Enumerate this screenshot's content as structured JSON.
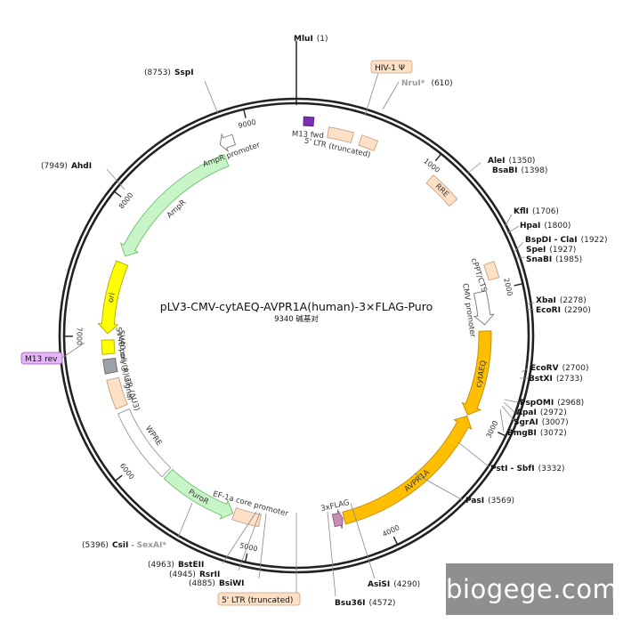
{
  "title": "pLV3-CMV-cytAEQ-AVPR1A(human)-3×FLAG-Puro",
  "size_label": "9340 碱基对",
  "watermark": "biogege.com",
  "total_bp": 9340,
  "ticks": [
    {
      "label": "1000",
      "bp": 1000
    },
    {
      "label": "2000",
      "bp": 2000
    },
    {
      "label": "3000",
      "bp": 3000
    },
    {
      "label": "4000",
      "bp": 4000
    },
    {
      "label": "5000",
      "bp": 5000
    },
    {
      "label": "6000",
      "bp": 6000
    },
    {
      "label": "7000",
      "bp": 7000
    },
    {
      "label": "8000",
      "bp": 8000
    },
    {
      "label": "9000",
      "bp": 9000
    }
  ],
  "features": [
    {
      "name": "AmpR",
      "start": 7650,
      "end": 8775,
      "dir": -1,
      "color": "#c8f5c8",
      "stroke": "#6bbf6b",
      "label": "AmpR"
    },
    {
      "name": "AmpR promoter",
      "start": 8775,
      "end": 8880,
      "dir": -1,
      "color": "#ffffff",
      "stroke": "#777777",
      "label": "AmpR promoter"
    },
    {
      "name": "ori",
      "start": 7020,
      "end": 7590,
      "dir": -1,
      "color": "#ffff00",
      "stroke": "#b7a800",
      "label": "ori"
    },
    {
      "name": "SV40 ori",
      "start": 6860,
      "end": 6970,
      "dir": 0,
      "color": "#ffff00",
      "stroke": "#b7a800",
      "label": "SV40 ori"
    },
    {
      "name": "SV40 poly(A) signal",
      "start": 6710,
      "end": 6820,
      "dir": 0,
      "color": "#9aa1a8",
      "stroke": "#666666",
      "label": "SV40 poly(A) signal"
    },
    {
      "name": "3' LTR (ΔU3)",
      "start": 6430,
      "end": 6660,
      "dir": 0,
      "color": "#fde0c5",
      "stroke": "#c9a080",
      "label": "3' LTR (ΔU3)"
    },
    {
      "name": "WPRE",
      "start": 5800,
      "end": 6390,
      "dir": 0,
      "color": "#ffffff",
      "stroke": "#999999",
      "label": "WPRE"
    },
    {
      "name": "PuroR",
      "start": 5180,
      "end": 5780,
      "dir": -1,
      "color": "#c8f5c8",
      "stroke": "#6bbf6b",
      "label": "PuroR"
    },
    {
      "name": "EF-1a core promoter",
      "start": 4960,
      "end": 5170,
      "dir": 0,
      "color": "#fde0c5",
      "stroke": "#c9a080",
      "label": "EF-1a core promoter"
    },
    {
      "name": "3xFLAG",
      "start": 4300,
      "end": 4375,
      "dir": -1,
      "color": "#c58fb6",
      "stroke": "#8d5582",
      "label": "3xFLAG"
    },
    {
      "name": "AVPR1A",
      "start": 2990,
      "end": 4290,
      "dir": -1,
      "color": "#ffbf00",
      "stroke": "#c48a00",
      "label": "AVPR1A"
    },
    {
      "name": "cytAEQ",
      "start": 2300,
      "end": 2980,
      "dir": 1,
      "color": "#ffbf00",
      "stroke": "#c48a00",
      "label": "cytAEQ"
    },
    {
      "name": "CMV promoter",
      "start": 1990,
      "end": 2250,
      "dir": 1,
      "color": "#ffffff",
      "stroke": "#777777",
      "label": "CMV promoter"
    },
    {
      "name": "cPPT/CTS",
      "start": 1800,
      "end": 1920,
      "dir": 0,
      "color": "#fde0c5",
      "stroke": "#c9a080",
      "label": "cPPT/CTS"
    },
    {
      "name": "RRE",
      "start": 1050,
      "end": 1290,
      "dir": 0,
      "color": "#fde0c5",
      "stroke": "#c9a080",
      "label": "RRE"
    },
    {
      "name": "5' LTR (truncated)",
      "start": 230,
      "end": 410,
      "dir": 0,
      "color": "#fde0c5",
      "stroke": "#c9a080",
      "label": "5' LTR (truncated)"
    },
    {
      "name": "HIV-1 Ψ",
      "start": 470,
      "end": 590,
      "dir": 0,
      "color": "#fde0c5",
      "stroke": "#c9a080",
      "label": "HIV-1 Ψ"
    },
    {
      "name": "M13 fwd",
      "start": 50,
      "end": 120,
      "dir": 0,
      "color": "#7a2fb5",
      "stroke": "#55207f",
      "label": "M13 fwd"
    }
  ],
  "sites": [
    {
      "name": "MluI",
      "pos": "(1)",
      "side": "top"
    },
    {
      "name": "NruI*",
      "pos": "(610)",
      "gray": true,
      "side": "right"
    },
    {
      "name": "AleI",
      "pos": "(1350)",
      "side": "right"
    },
    {
      "name": "BsaBI",
      "pos": "(1398)",
      "side": "right"
    },
    {
      "name": "KflI",
      "pos": "(1706)",
      "side": "right"
    },
    {
      "name": "HpaI",
      "pos": "(1800)",
      "side": "right"
    },
    {
      "name": "BspDI - ClaI",
      "pos": "(1922)",
      "side": "right"
    },
    {
      "name": "SpeI",
      "pos": "(1927)",
      "side": "right"
    },
    {
      "name": "SnaBI",
      "pos": "(1985)",
      "side": "right"
    },
    {
      "name": "XbaI",
      "pos": "(2278)",
      "side": "right"
    },
    {
      "name": "EcoRI",
      "pos": "(2290)",
      "side": "right"
    },
    {
      "name": "EcoRV",
      "pos": "(2700)",
      "side": "right"
    },
    {
      "name": "BstXI",
      "pos": "(2733)",
      "side": "right"
    },
    {
      "name": "PspOMI",
      "pos": "(2968)",
      "side": "right"
    },
    {
      "name": "ApaI",
      "pos": "(2972)",
      "side": "right"
    },
    {
      "name": "SgrAI",
      "pos": "(3007)",
      "side": "right"
    },
    {
      "name": "BmgBI",
      "pos": "(3072)",
      "side": "right"
    },
    {
      "name": "PstI - SbfI",
      "pos": "(3332)",
      "side": "right"
    },
    {
      "name": "PasI",
      "pos": "(3569)",
      "side": "right"
    },
    {
      "name": "AsiSI",
      "pos": "(4290)",
      "side": "right"
    },
    {
      "name": "Bsu36I",
      "pos": "(4572)",
      "side": "right"
    },
    {
      "name": "BsiWI",
      "pos": "(4885)",
      "side": "left"
    },
    {
      "name": "RsrII",
      "pos": "(4945)",
      "side": "left"
    },
    {
      "name": "BstEII",
      "pos": "(4963)",
      "side": "left"
    },
    {
      "name": "CsiI",
      "pos": "(5396)",
      "side": "left"
    },
    {
      "name": "SexAI*",
      "pos": "",
      "gray": true,
      "side": "left"
    },
    {
      "name": "AhdI",
      "pos": "(7949)",
      "side": "left"
    },
    {
      "name": "SspI",
      "pos": "(8753)",
      "side": "left"
    }
  ],
  "boxed_labels": [
    {
      "text": "HIV-1 Ψ",
      "kind": "ltr"
    },
    {
      "text": "M13 rev",
      "kind": "primer"
    },
    {
      "text": "5' LTR (truncated)",
      "kind": "ltr"
    }
  ]
}
